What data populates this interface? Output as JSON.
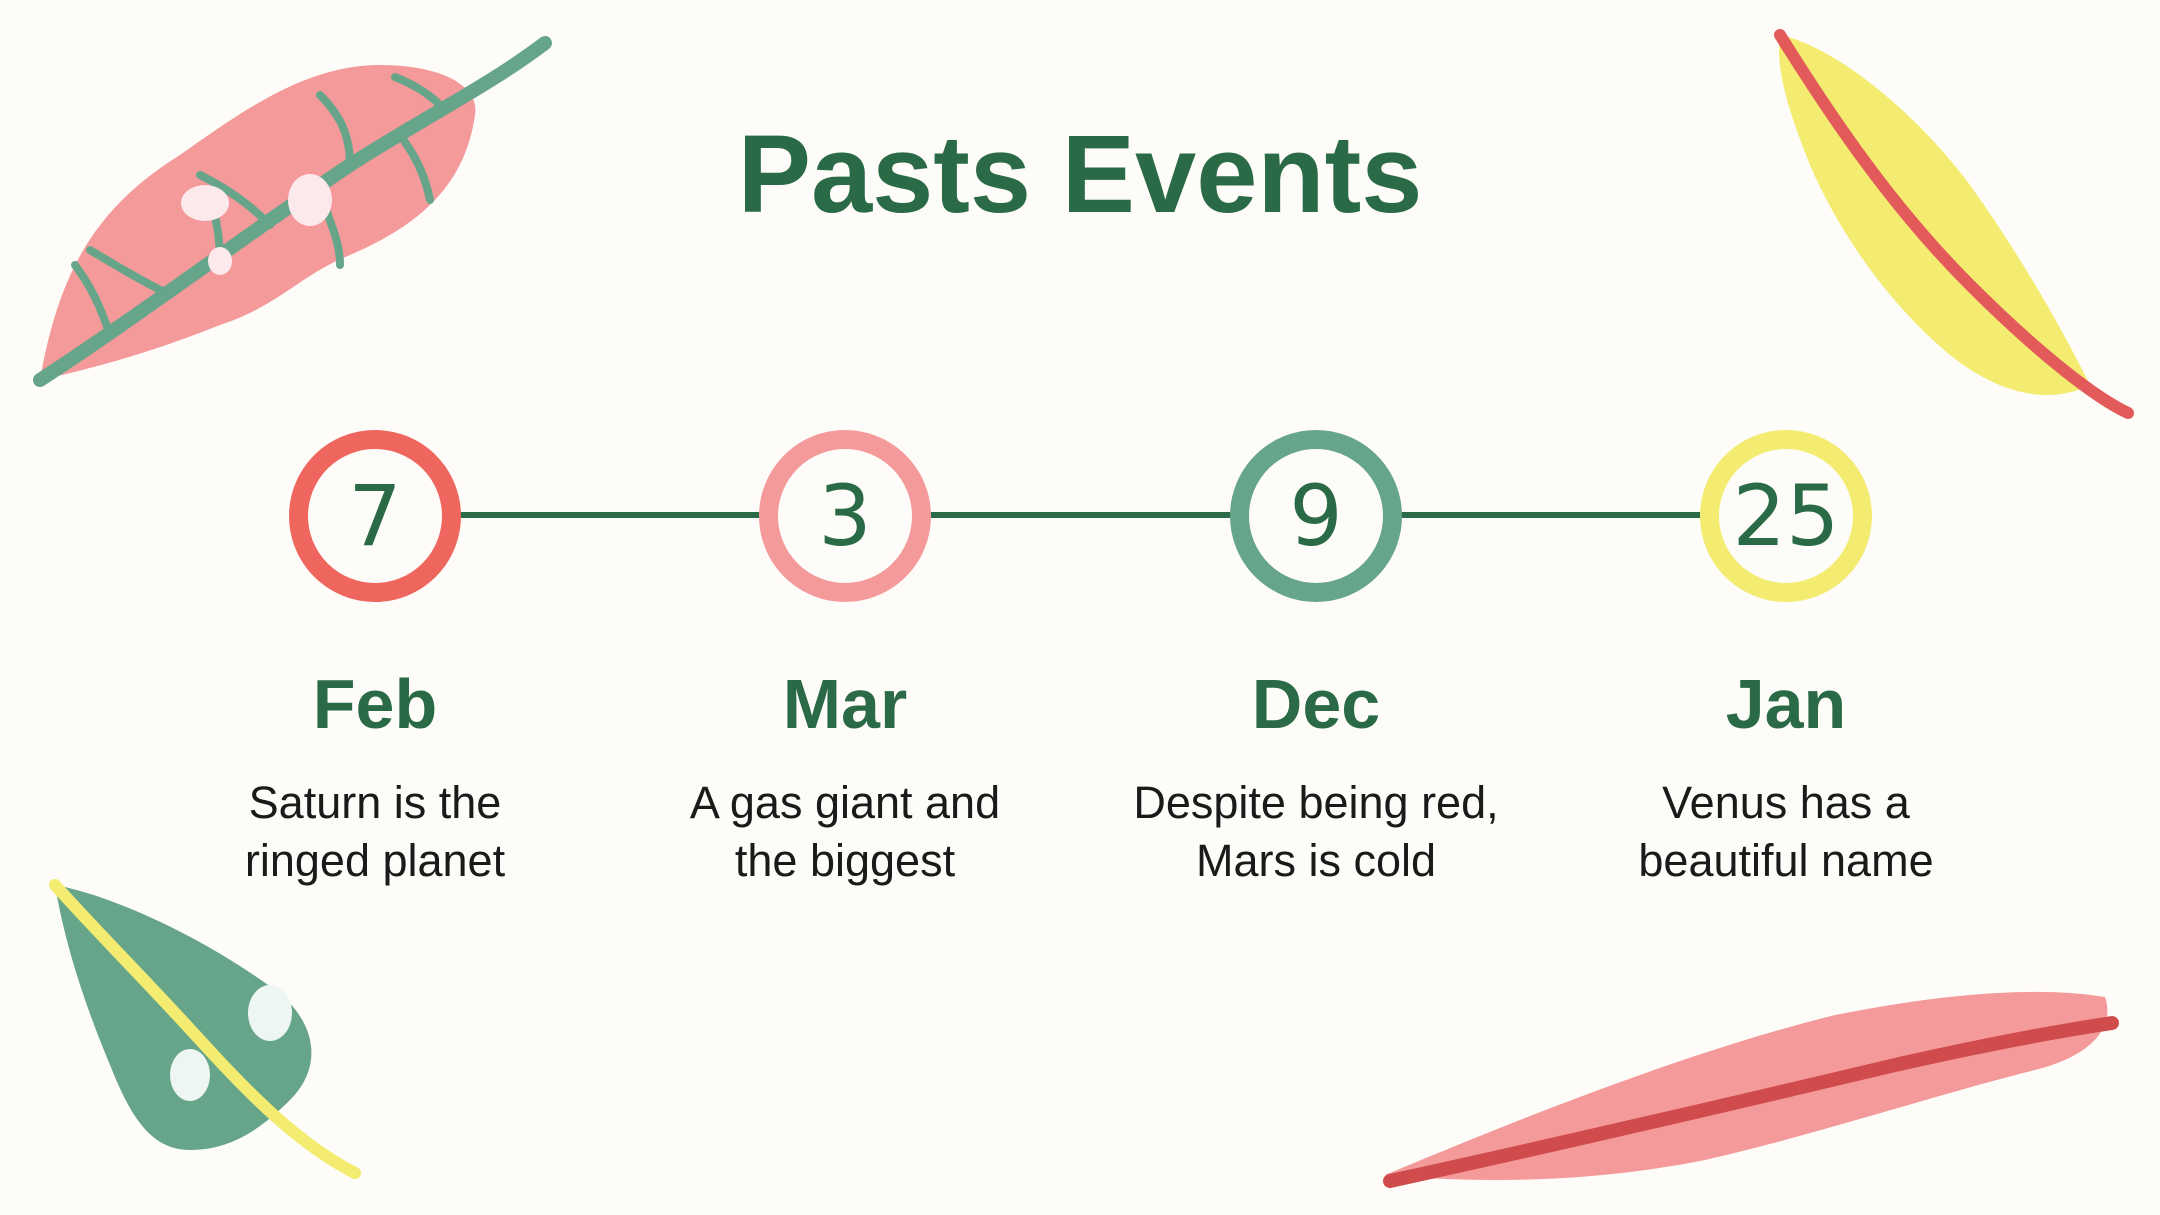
{
  "slide": {
    "title": "Pasts Events"
  },
  "events": [
    {
      "day": "7",
      "month": "Feb",
      "description": "Saturn is the ringed planet"
    },
    {
      "day": "3",
      "month": "Mar",
      "description": "A gas giant and the biggest"
    },
    {
      "day": "9",
      "month": "Dec",
      "description": "Despite being red, Mars is cold"
    },
    {
      "day": "25",
      "month": "Jan",
      "description": "Venus has a beautiful name"
    }
  ],
  "colors": {
    "background": "#fdfcf8",
    "title": "#2b6a46",
    "timeline_line": "#2b6a46",
    "circle_1": "#ef665f",
    "circle_2": "#f49a9b",
    "circle_3": "#67a58a",
    "circle_4": "#f3ec71",
    "leaf_pink": "#f49a9b",
    "leaf_green": "#67a58a",
    "leaf_yellow": "#f3ec71",
    "leaf_red_vein": "#e35a5a"
  },
  "decorations": [
    {
      "icon": "pink-leaf-icon",
      "position": "top-left"
    },
    {
      "icon": "yellow-leaf-icon",
      "position": "top-right"
    },
    {
      "icon": "green-leaf-icon",
      "position": "bottom-left"
    },
    {
      "icon": "pink-feather-leaf-icon",
      "position": "bottom-right"
    }
  ]
}
